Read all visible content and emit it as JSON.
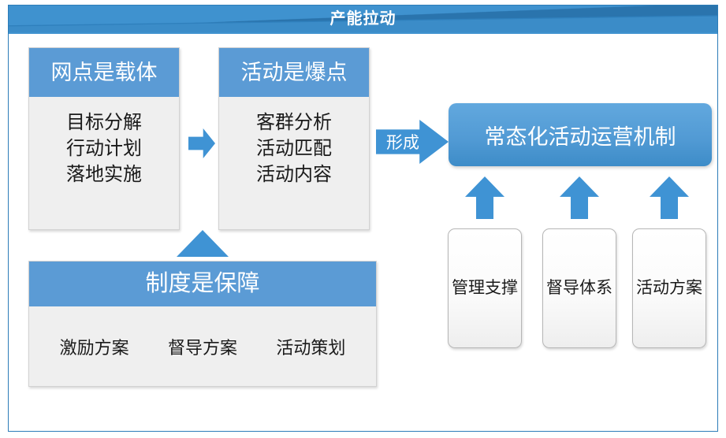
{
  "header": {
    "title": "产能拉动"
  },
  "cards": {
    "outlet": {
      "title": "网点是载体",
      "lines": [
        "目标分解",
        "行动计划",
        "落地实施"
      ]
    },
    "activity": {
      "title": "活动是爆点",
      "lines": [
        "客群分析",
        "活动匹配",
        "活动内容"
      ]
    },
    "system": {
      "title": "制度是保障",
      "items": [
        "激励方案",
        "督导方案",
        "活动策划"
      ]
    }
  },
  "main_box": {
    "label": "常态化活动运营机制"
  },
  "connector": {
    "form_label": "形成"
  },
  "support_cards": [
    {
      "label": "管理支撑"
    },
    {
      "label": "督导体系"
    },
    {
      "label": "活动方案"
    }
  ],
  "colors": {
    "banner_blue": "#2f80bd",
    "card_head_blue": "#5b9bd5",
    "arrow_blue": "#3f93d4",
    "card_body_gray": "#efefef",
    "frame_blue": "#2c7cb8"
  }
}
